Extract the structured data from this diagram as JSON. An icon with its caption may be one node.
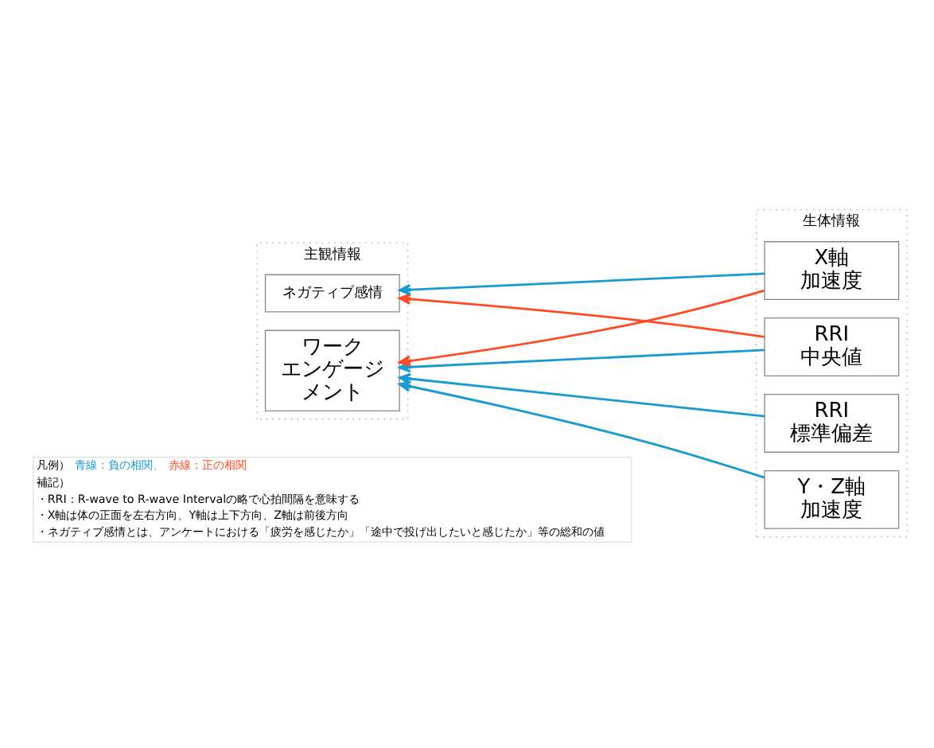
{
  "diagram": {
    "nodes": [
      {
        "text": [
          "主観情報"
        ]
      },
      {
        "text": [
          "ワークエンゲージメント"
        ],
        "in": 0
      },
      {
        "text": [
          "ネガティブ感情"
        ],
        "in": 0
      },
      {
        "text": [
          "生体情報"
        ]
      },
      {
        "text": [
          "RRI 中央値"
        ],
        "in": 3
      },
      {
        "text": [
          "RRI 標準偏差"
        ],
        "in": 3
      },
      {
        "text": [
          "X軸加速度"
        ],
        "in": 3
      },
      {
        "text": [
          "Y・Z軸加速度"
        ],
        "in": 3
      }
    ],
    "edges": [
      {
        "from": 4,
        "to": 1,
        "arrow": "to"
      },
      {
        "from": 4,
        "to": 2,
        "arrow": "to",
        "color": "#ff4a26"
      },
      {
        "from": 5,
        "to": 1,
        "arrow": "to"
      },
      {
        "from": 6,
        "to": 1,
        "arrow": "to",
        "color": "#ff4a26"
      },
      {
        "from": 6,
        "to": 2,
        "arrow": "to"
      },
      {
        "from": 7,
        "to": 1,
        "arrow": "to"
      }
    ],
    "labels": [
      "凡例）",
      "補記）",
      "・RRI：R-wave to R-wave Intervalの略で心拍間隔を意味する",
      "・X軸は体の正面を左右方向、Y軸は上下方向、Z軸は前後方向",
      "・ネガティブ感情とは、アンケートにおける「疲労を感じたか」「途中で投げ出したいと感じたか」等の総和の値"
    ],
    "legend": [
      {
        "text": "青線：負の相関、",
        "color": "#1a9bd0"
      },
      {
        "text": "赤線：正の相関",
        "color": "#ff4a26"
      }
    ]
  }
}
